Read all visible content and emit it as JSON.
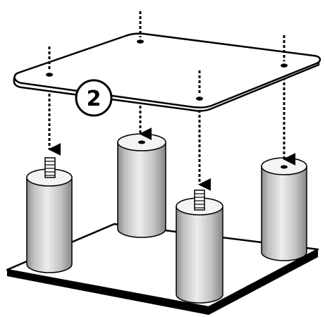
{
  "diagram": {
    "step_number": "2",
    "colors": {
      "outline": "#000000",
      "background": "#ffffff",
      "post_light": "#f2f2f2",
      "post_mid": "#c8c8c8",
      "post_dark": "#9a9a9a"
    },
    "parts": [
      {
        "name": "top-plate",
        "icon": "square-plate"
      },
      {
        "name": "base-plate",
        "icon": "square-plate"
      },
      {
        "name": "standoff-post",
        "count": 4
      },
      {
        "name": "screw-stud",
        "count": 2
      },
      {
        "name": "dashed-arrow",
        "count": 4
      }
    ]
  }
}
